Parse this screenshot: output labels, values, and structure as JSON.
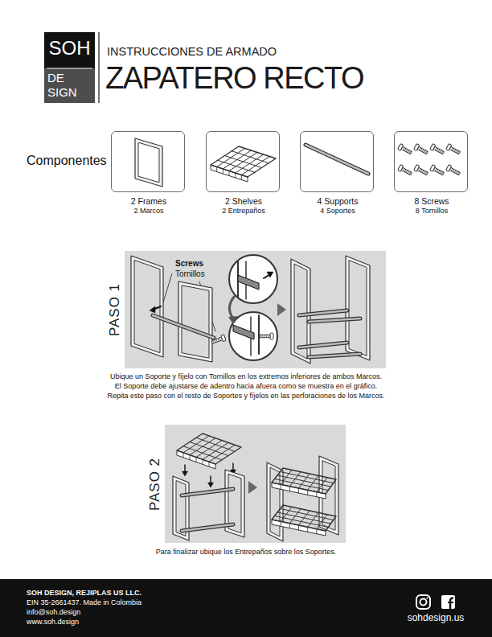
{
  "diagram": {
    "title": "ZAPATERO RECTO",
    "nodes": [
      {
        "text": [
          "2 Frames",
          "2 Marcos"
        ]
      },
      {
        "text": [
          "2 Shelves",
          "2 Entrepaños"
        ]
      },
      {
        "text": [
          "4 Supports",
          "4 Soportes"
        ]
      },
      {
        "text": [
          "8 Screws",
          "8 Tornillos"
        ]
      },
      {
        "text": [
          "PASO 1"
        ]
      },
      {
        "text": [
          "PASO 2"
        ]
      }
    ],
    "labels": [
      "SOH",
      "DE",
      "SIGN",
      "INSTRUCCIONES DE ARMADO",
      "Componentes",
      "Screws",
      "Tornillos",
      "Ubique un Soporte y fíjelo con Tornillos en los extremos inferiores de ambos Marcos.",
      "El Soporte debe ajustarse de adentro hacia afuera como se muestra en el gráfico.",
      "Repita este paso con el resto de Soportes y fíjelos en las perforaciones de los Marcos.",
      "Para finalizar ubique los Entrepaños sobre los Soportes.",
      "SOH DESIGN, REJIPLAS US LLC.",
      "EIN 35-2661437. Made in Colombia",
      "info@soh.design",
      "www.soh.design",
      "sohdesign.us"
    ]
  }
}
